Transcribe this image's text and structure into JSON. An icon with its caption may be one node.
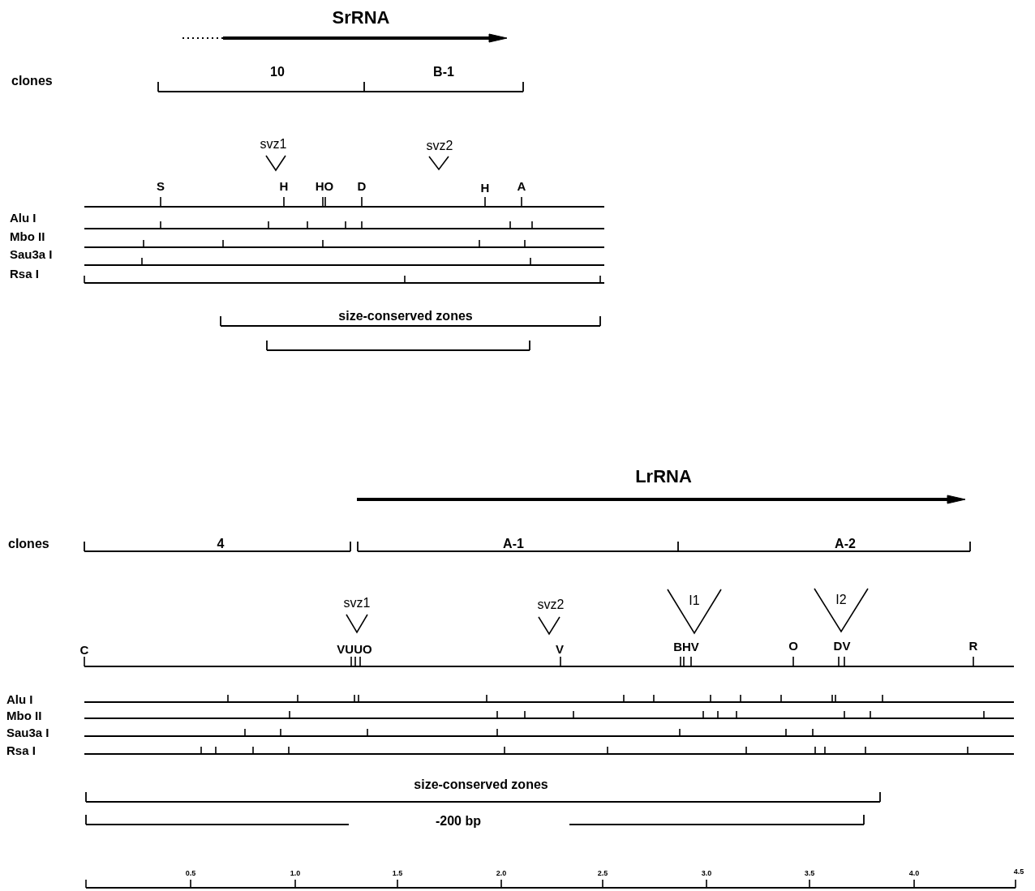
{
  "diagram": {
    "labels": [
      "SrRNA",
      "clones",
      "10",
      "B-1",
      "svz1",
      "svz2",
      "S",
      "H",
      "HO",
      "D",
      "H",
      "A",
      "Alu I",
      "Mbo II",
      "Sau3a I",
      "Rsa I",
      "size-conserved zones",
      "LrRNA",
      "clones",
      "4",
      "A-1",
      "A-2",
      "svz1",
      "svz2",
      "I1",
      "I2",
      "C",
      "VUUO",
      "V",
      "BHV",
      "O",
      "DV",
      "R",
      "Alu I",
      "Mbo II",
      "Sau3a I",
      "Rsa I",
      "size-conserved zones",
      "-200 bp",
      "0.5",
      "1.0",
      "1.5",
      "2.0",
      "2.5",
      "3.0",
      "3.5",
      "4.0",
      "4.5"
    ]
  }
}
